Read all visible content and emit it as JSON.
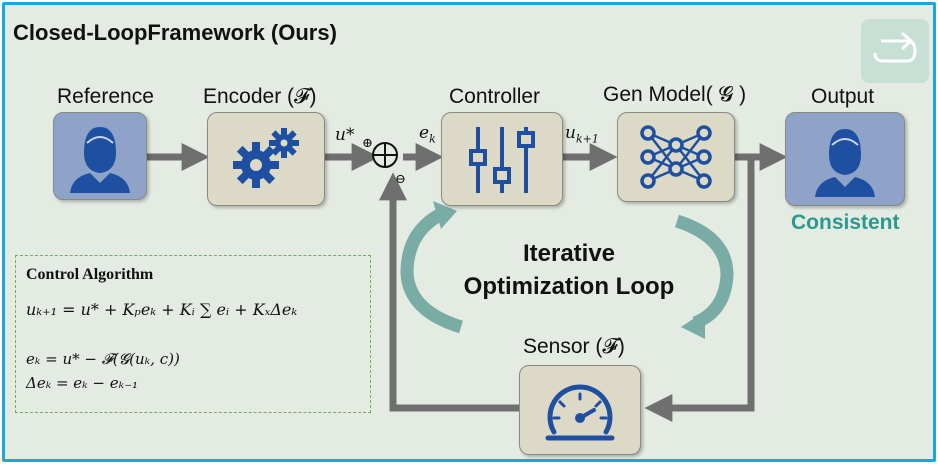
{
  "title": "Closed-LoopFramework (Ours)",
  "nodes": {
    "reference": "Reference",
    "encoder": "Encoder (𝓕)",
    "controller": "Controller",
    "gen_model": "Gen Model( 𝓖 )",
    "output": "Output",
    "sensor": "Sensor (𝓕)"
  },
  "signals": {
    "u_star": "u*",
    "plus_sign": "⊕",
    "minus_sign": "⊖",
    "e_k": "e",
    "e_k_sub": "k",
    "u_k1": "u",
    "u_k1_sub": "k+1"
  },
  "status": "Consistent",
  "loop_label": [
    "Iterative",
    "Optimization Loop"
  ],
  "algorithm": {
    "title": "Control Algorithm",
    "equations": [
      "uₖ₊₁ = u* + Kₚeₖ + Kᵢ ∑ eᵢ + KₓΔeₖ",
      "eₖ = u* − 𝓕(𝓖(uₖ, c))",
      "Δeₖ = eₖ − eₖ₋₁"
    ]
  },
  "colors": {
    "border": "#19a8de",
    "background": "#e4ebe3",
    "box_tan": "#dcdac7",
    "box_person": "#8fa3c8",
    "icon_blue": "#1f4fa0",
    "arrow_gray": "#6f6f6f",
    "loop_teal": "#7aaca6",
    "consistent": "#2a9a8c",
    "dashed": "#6fb24a"
  }
}
